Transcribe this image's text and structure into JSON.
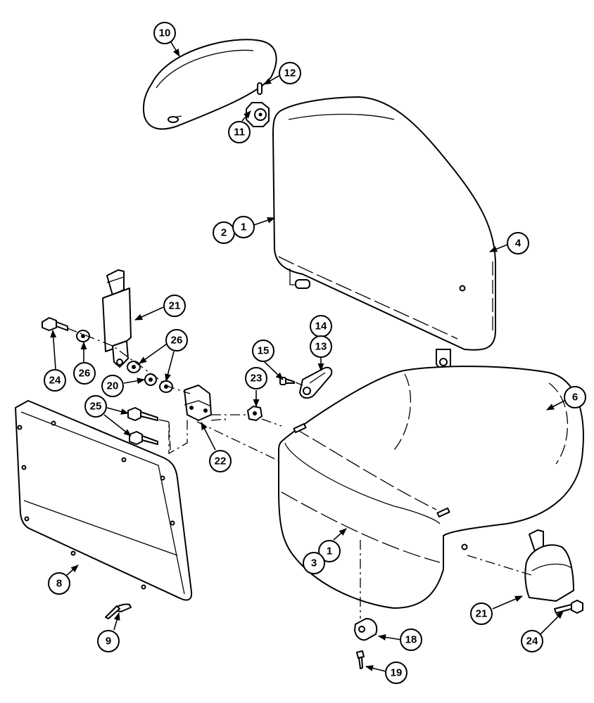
{
  "diagram": {
    "callouts": {
      "c10": "10",
      "c12": "12",
      "c11": "11",
      "c2": "2",
      "c1a": "1",
      "c4": "4",
      "c21a": "21",
      "c24a": "24",
      "c26a": "26",
      "c26b": "26",
      "c20": "20",
      "c14": "14",
      "c13": "13",
      "c15": "15",
      "c23": "23",
      "c6": "6",
      "c25": "25",
      "c22": "22",
      "c8": "8",
      "c9": "9",
      "c1b": "1",
      "c3": "3",
      "c21b": "21",
      "c24b": "24",
      "c18": "18",
      "c19": "19"
    }
  }
}
